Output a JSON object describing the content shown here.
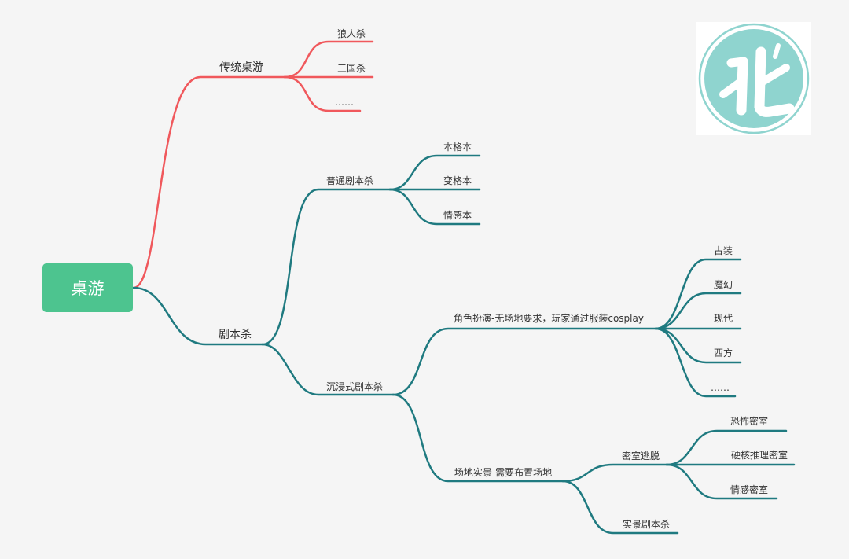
{
  "root": {
    "label": "桌游"
  },
  "colors": {
    "root_fill": "#4dc48f",
    "branch_red": "#f0585c",
    "branch_teal": "#1f7a80",
    "logo_teal": "#8fd4cf"
  },
  "branches": {
    "traditional": {
      "label": "传统桌游",
      "children": [
        "狼人杀",
        "三国杀",
        "……"
      ]
    },
    "jubensha": {
      "label": "剧本杀",
      "normal": {
        "label": "普通剧本杀",
        "children": [
          "本格本",
          "变格本",
          "情感本"
        ]
      },
      "immersive": {
        "label": "沉浸式剧本杀",
        "roleplay": {
          "label": "角色扮演-无场地要求，玩家通过服装cosplay",
          "children": [
            "古装",
            "魔幻",
            "现代",
            "西方",
            "……"
          ]
        },
        "venue": {
          "label": "场地实景-需要布置场地",
          "escape": {
            "label": "密室逃脱",
            "children": [
              "恐怖密室",
              "硬核推理密室",
              "情感密室"
            ]
          },
          "live": {
            "label": "实景剧本杀"
          }
        }
      }
    }
  },
  "logo": {
    "icon": "logo-glyph-icon"
  }
}
